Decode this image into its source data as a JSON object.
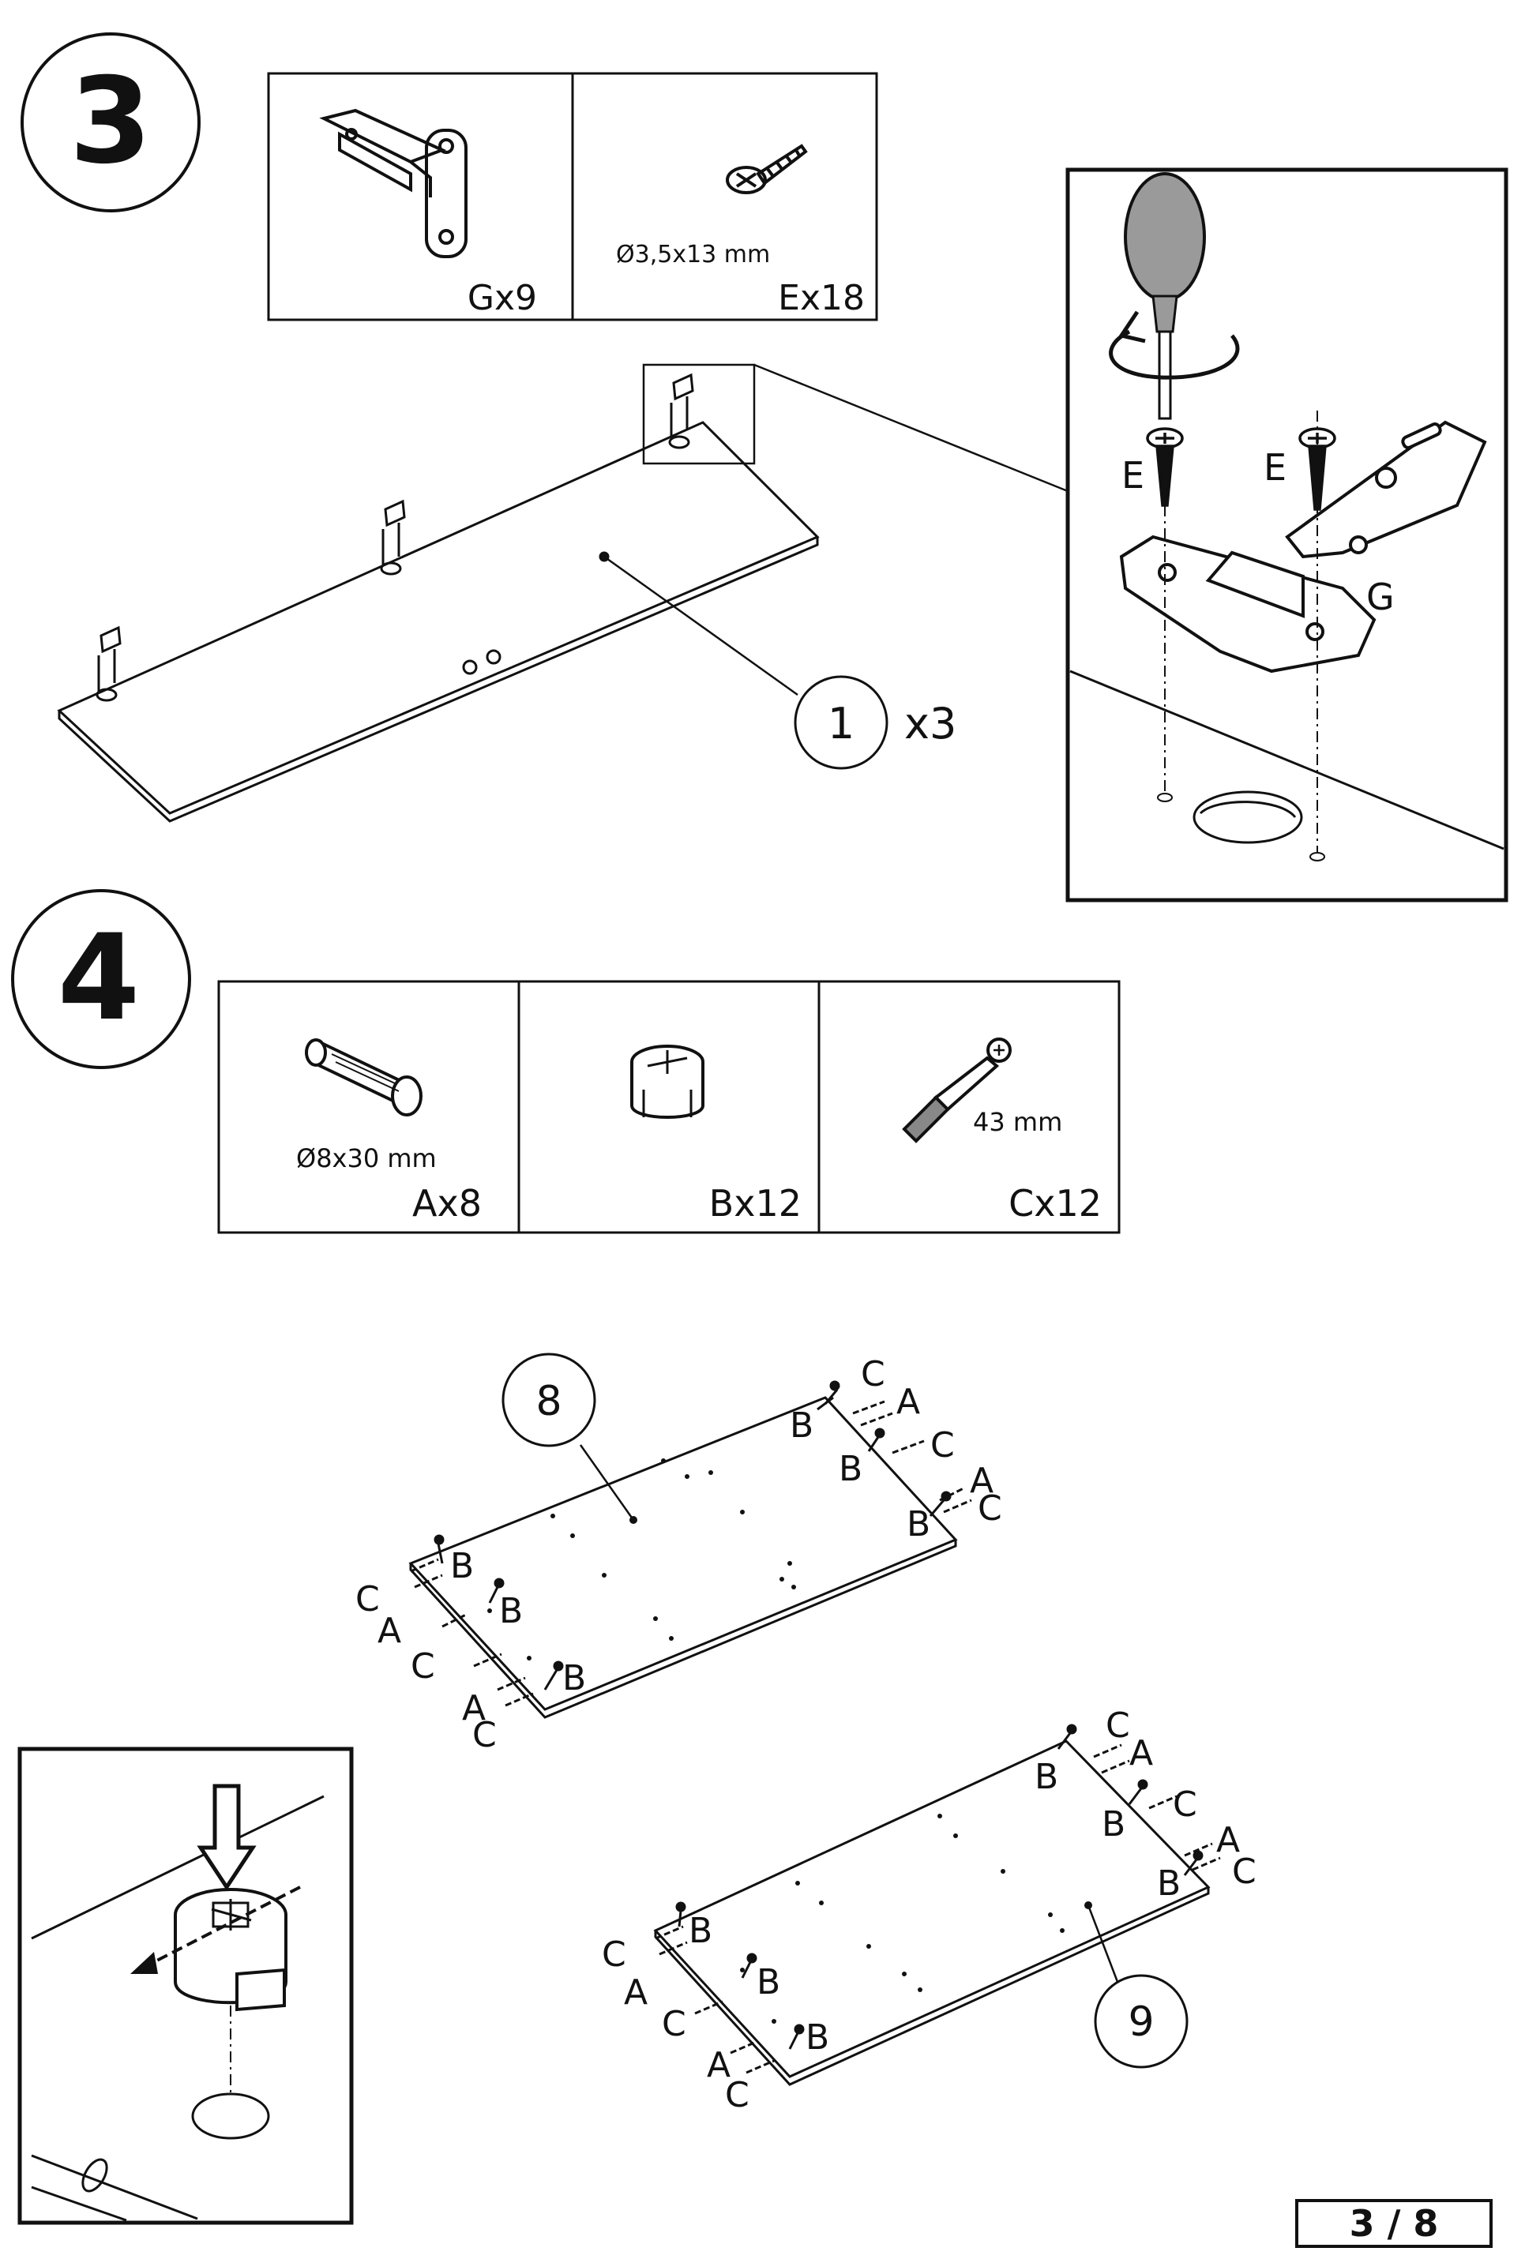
{
  "page": {
    "number": "3 / 8"
  },
  "step3": {
    "number": "3",
    "parts": [
      {
        "code": "Gx9",
        "spec": ""
      },
      {
        "code": "Ex18",
        "spec": "Ø3,5x13 mm"
      }
    ],
    "panel_label": "1",
    "panel_qty": "x3",
    "detail_labels": {
      "screw_left": "E",
      "screw_right": "E",
      "hinge": "G"
    }
  },
  "step4": {
    "number": "4",
    "parts": [
      {
        "code": "Ax8",
        "spec": "Ø8x30 mm"
      },
      {
        "code": "Bx12",
        "spec": ""
      },
      {
        "code": "Cx12",
        "spec": "43 mm"
      }
    ],
    "panel_top": {
      "label": "8",
      "right_labels": [
        "C",
        "A",
        "B",
        "B",
        "C",
        "A",
        "B",
        "C"
      ],
      "left_labels": [
        "B",
        "C",
        "A",
        "B",
        "C",
        "A",
        "C",
        "B"
      ]
    },
    "panel_bottom": {
      "label": "9",
      "right_labels": [
        "C",
        "A",
        "B",
        "B",
        "C",
        "A",
        "B",
        "C"
      ],
      "left_labels": [
        "B",
        "C",
        "A",
        "B",
        "C",
        "A",
        "C",
        "B"
      ]
    }
  }
}
